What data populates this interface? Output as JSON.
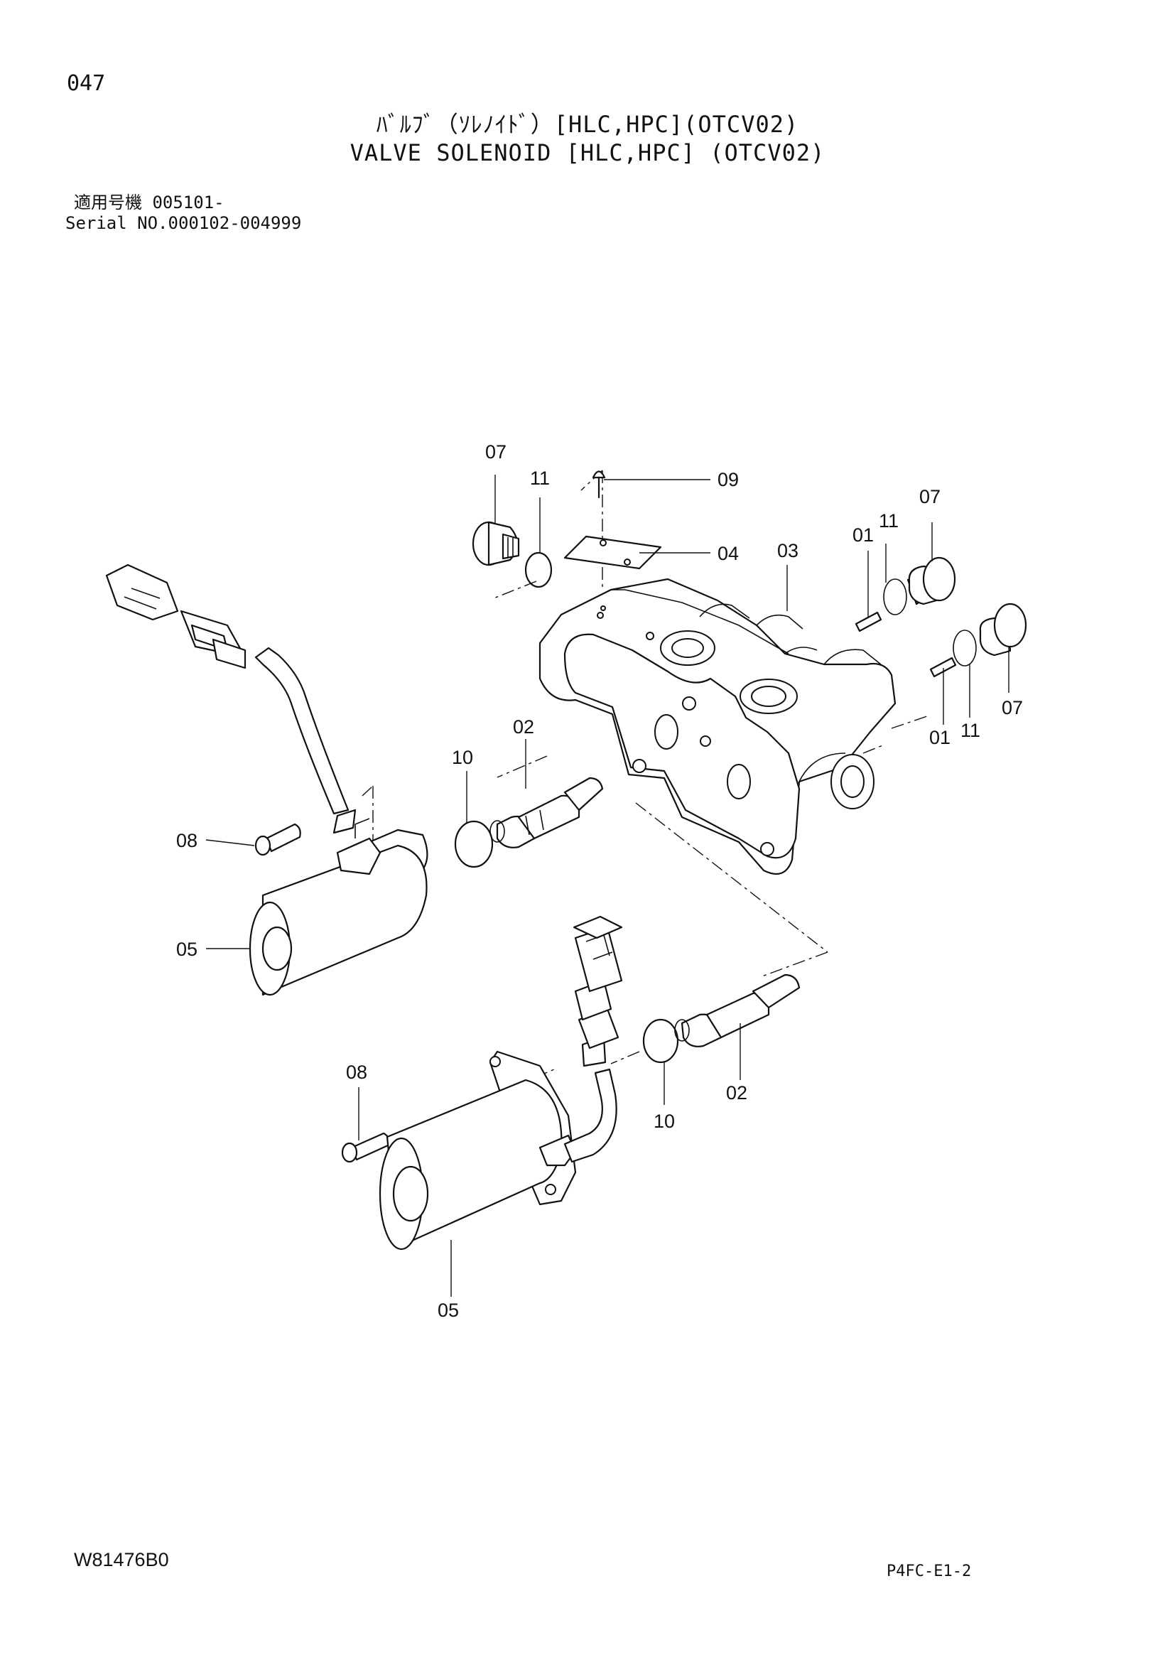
{
  "header": {
    "page_number": "047",
    "title_jp": "ﾊﾞﾙﾌﾞ（ｿﾚﾉｲﾄﾞ）[HLC,HPC](OTCV02)",
    "title_en": "VALVE SOLENOID [HLC,HPC] (OTCV02)",
    "applicable_models": "適用号機 005101-",
    "serial_range": "Serial NO.000102-004999"
  },
  "footer": {
    "drawing_code": "W81476B0",
    "sheet_code": "P4FC-E1-2"
  },
  "callouts": {
    "c07_top_left": "07",
    "c11_top_left": "11",
    "c09": "09",
    "c04": "04",
    "c03": "03",
    "c01_upper": "01",
    "c11_upper_right": "11",
    "c07_upper_right": "07",
    "c07_lower_right": "07",
    "c11_lower_right": "11",
    "c01_lower": "01",
    "c02_upper": "02",
    "c10_upper": "10",
    "c08_upper": "08",
    "c05_upper": "05",
    "c02_lower": "02",
    "c10_lower": "10",
    "c08_lower": "08",
    "c05_lower": "05"
  }
}
